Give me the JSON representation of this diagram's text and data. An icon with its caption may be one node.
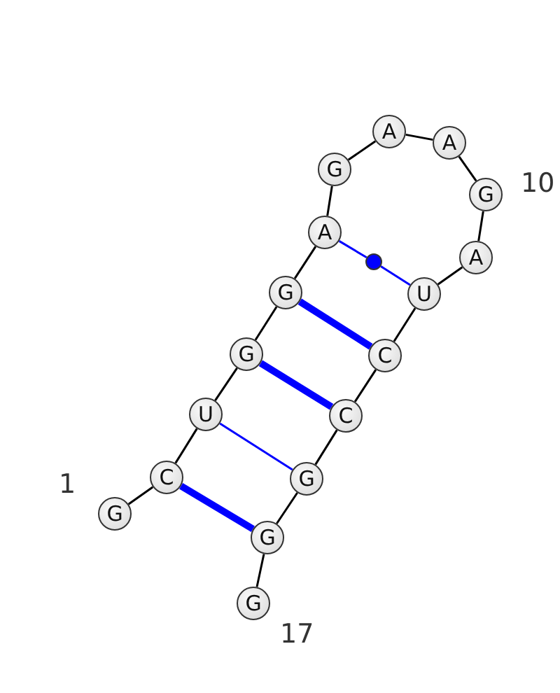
{
  "diagram": {
    "nodes": [
      {
        "text": [
          "G"
        ]
      },
      {
        "text": [
          "C"
        ]
      },
      {
        "text": [
          "U"
        ]
      },
      {
        "text": [
          "G"
        ]
      },
      {
        "text": [
          "G"
        ]
      },
      {
        "text": [
          "A"
        ]
      },
      {
        "text": [
          "G"
        ]
      },
      {
        "text": [
          "A"
        ]
      },
      {
        "text": [
          "A"
        ]
      },
      {
        "text": [
          "G"
        ]
      },
      {
        "text": [
          "A"
        ]
      },
      {
        "text": [
          "U"
        ]
      },
      {
        "text": [
          "C"
        ]
      },
      {
        "text": [
          "C"
        ]
      },
      {
        "text": [
          "G"
        ]
      },
      {
        "text": [
          "G"
        ]
      },
      {
        "text": [
          "G"
        ]
      },
      {
        "text": [],
        "shape": "circle"
      }
    ],
    "edges": [
      {
        "from": 0,
        "to": 1,
        "arrow": "none"
      },
      {
        "from": 1,
        "to": 2,
        "arrow": "none"
      },
      {
        "from": 2,
        "to": 3,
        "arrow": "none"
      },
      {
        "from": 3,
        "to": 4,
        "arrow": "none"
      },
      {
        "from": 4,
        "to": 5,
        "arrow": "none"
      },
      {
        "from": 5,
        "to": 6,
        "arrow": "none"
      },
      {
        "from": 6,
        "to": 7,
        "arrow": "none"
      },
      {
        "from": 7,
        "to": 8,
        "arrow": "none"
      },
      {
        "from": 8,
        "to": 9,
        "arrow": "none"
      },
      {
        "from": 9,
        "to": 10,
        "arrow": "none"
      },
      {
        "from": 10,
        "to": 11,
        "arrow": "none"
      },
      {
        "from": 11,
        "to": 12,
        "arrow": "none"
      },
      {
        "from": 12,
        "to": 13,
        "arrow": "none"
      },
      {
        "from": 13,
        "to": 14,
        "arrow": "none"
      },
      {
        "from": 14,
        "to": 15,
        "arrow": "none"
      },
      {
        "from": 15,
        "to": 16,
        "arrow": "none"
      },
      {
        "from": 1,
        "to": 15,
        "arrow": "none",
        "style": "thick",
        "color": "#0000ff"
      },
      {
        "from": 2,
        "to": 14,
        "arrow": "none",
        "color": "#0000ff"
      },
      {
        "from": 3,
        "to": 13,
        "arrow": "none",
        "style": "thick",
        "color": "#0000ff"
      },
      {
        "from": 4,
        "to": 12,
        "arrow": "none",
        "style": "thick",
        "color": "#0000ff"
      },
      {
        "from": 5,
        "to": 17,
        "arrow": "none",
        "color": "#0000ff"
      },
      {
        "from": 17,
        "to": 11,
        "arrow": "none",
        "color": "#0000ff"
      }
    ],
    "labels": [
      "1",
      "10",
      "17"
    ]
  }
}
